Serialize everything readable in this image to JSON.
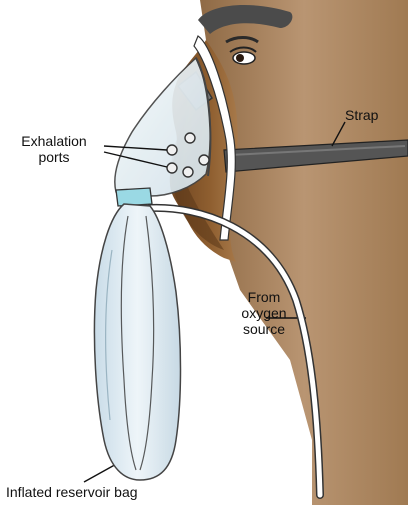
{
  "labels": {
    "exhalation_line1": "Exhalation",
    "exhalation_line2": "ports",
    "strap": "Strap",
    "source_line1": "From",
    "source_line2": "oxygen",
    "source_line3": "source",
    "reservoir": "Inflated reservoir bag"
  },
  "colors": {
    "skin": "#8a5a2c",
    "skin_shadow": "#5e3a18",
    "background_silhouette": "#b58e63",
    "hair": "#4a4a4a",
    "strap": "#555555",
    "mask": "#e6eef2",
    "bag": "#d9e6ee",
    "tube": "#ffffff",
    "connector": "#8fd3e0"
  }
}
